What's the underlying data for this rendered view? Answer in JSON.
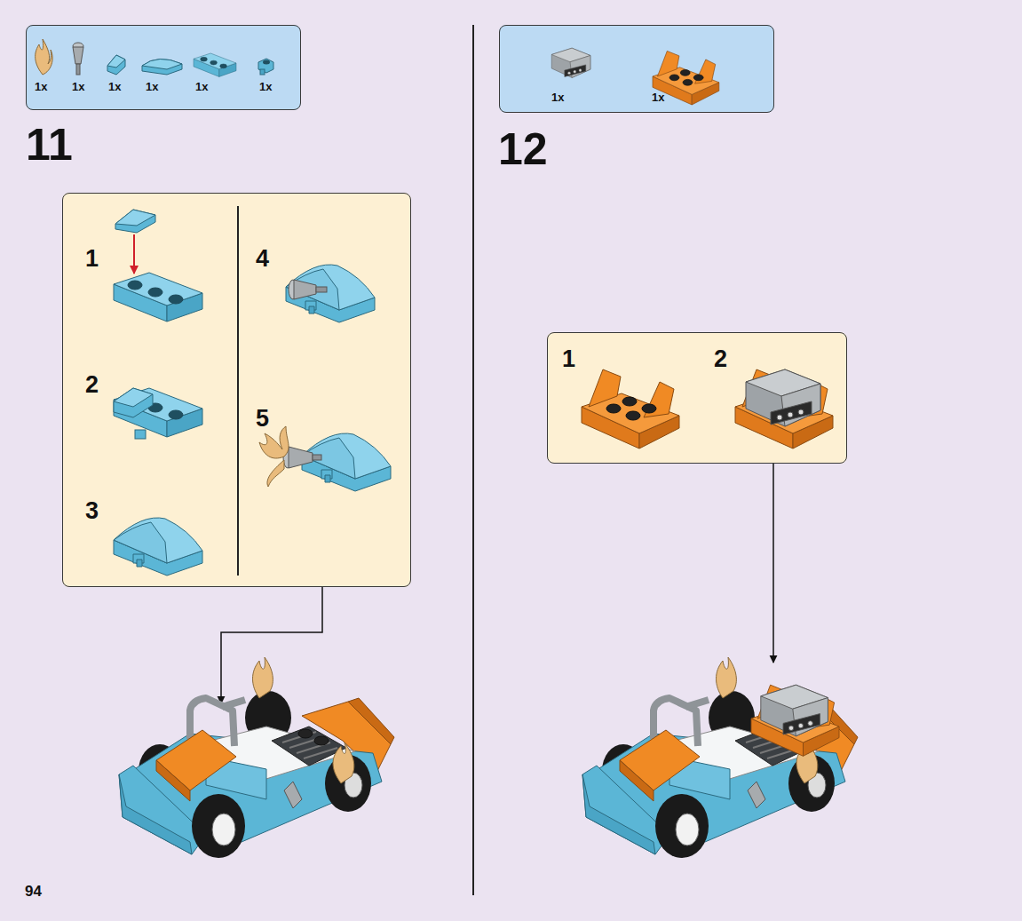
{
  "diagram": {
    "nodes": [
      {
        "text": [
          "1x",
          "1x",
          "1x",
          "1x",
          "1x",
          "1x"
        ]
      },
      {
        "text": [
          "1",
          "2",
          "3",
          "4",
          "5"
        ]
      },
      {
        "text": [
          "1x",
          "1x"
        ]
      },
      {
        "text": [
          "1",
          "2"
        ]
      }
    ],
    "labels": [
      "11",
      "12",
      "94"
    ]
  }
}
